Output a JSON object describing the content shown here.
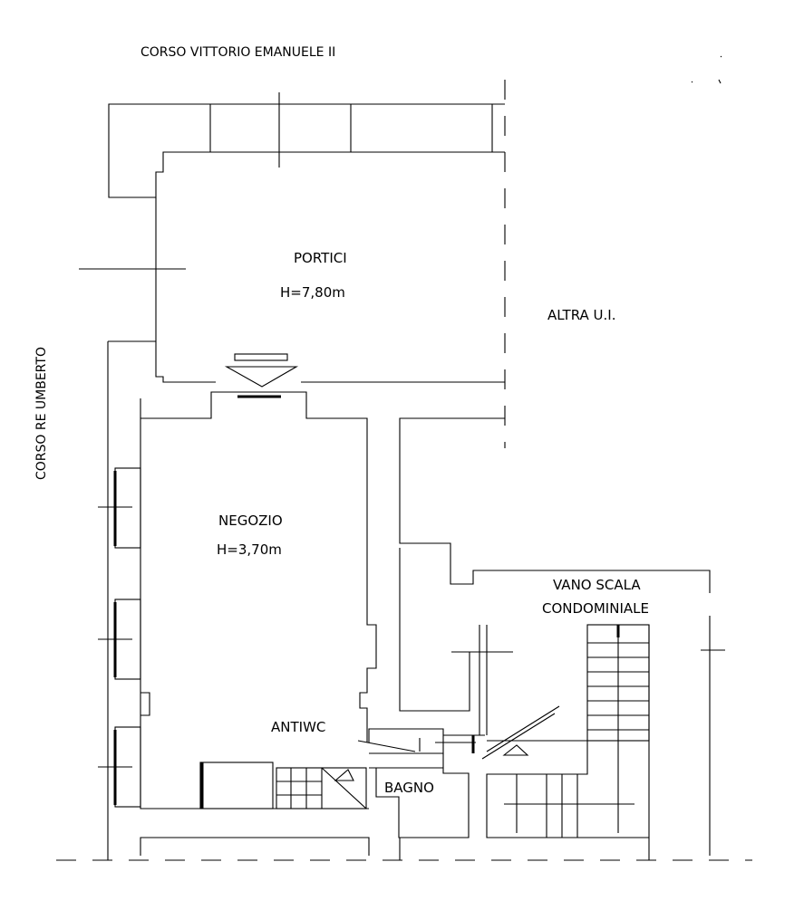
{
  "streets": {
    "north": "CORSO VITTORIO  EMANUELE II",
    "west": "CORSO RE UMBERTO"
  },
  "rooms": {
    "portici": {
      "name": "PORTICI",
      "height": "H=7,80m"
    },
    "negozio": {
      "name": "NEGOZIO",
      "height": "H=3,70m"
    },
    "altra": {
      "name": "ALTRA U.I."
    },
    "vano_scala_line1": "VANO SCALA",
    "vano_scala_line2": "CONDOMINIALE",
    "antiwc": "ANTIWC",
    "bagno": "BAGNO"
  }
}
